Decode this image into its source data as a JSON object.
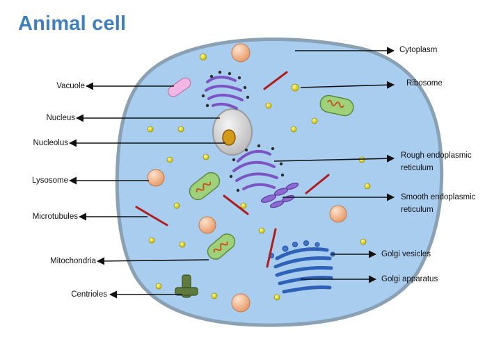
{
  "title": "Animal cell",
  "colors": {
    "title": "#3f7fc0",
    "cytoplasm": "#a9cdee",
    "membrane": "#8aa0b3",
    "nucleus": "#d5d5d5",
    "nucleolus": "#d49a1a",
    "ribosome": "#e8e20a",
    "er": "#7b55c4",
    "mitochondria": "#9fd07a",
    "lysosome": "#f0b88e",
    "vacuole": "#f2b6e4",
    "microtubule": "#b01c1c",
    "golgi": "#2e62b8",
    "centriole": "#5e7a3c"
  },
  "labels": {
    "cytoplasm": "Cytoplasm",
    "ribosome": "Ribosome",
    "vacuole": "Vacuole",
    "nucleus": "Nucleus",
    "nucleolus": "Nucleolus",
    "rough_er_1": "Rough  endoplasmic",
    "rough_er_2": "reticulum",
    "lysosome": "Lysosome",
    "smooth_er_1": "Smooth endoplasmic",
    "smooth_er_2": "reticulum",
    "microtubules": "Microtubules",
    "mitochondria": "Mitochondria",
    "golgi_vesicles": "Golgi vesicles",
    "golgi_apparatus": "Golgi apparatus",
    "centrioles": "Centrioles"
  }
}
